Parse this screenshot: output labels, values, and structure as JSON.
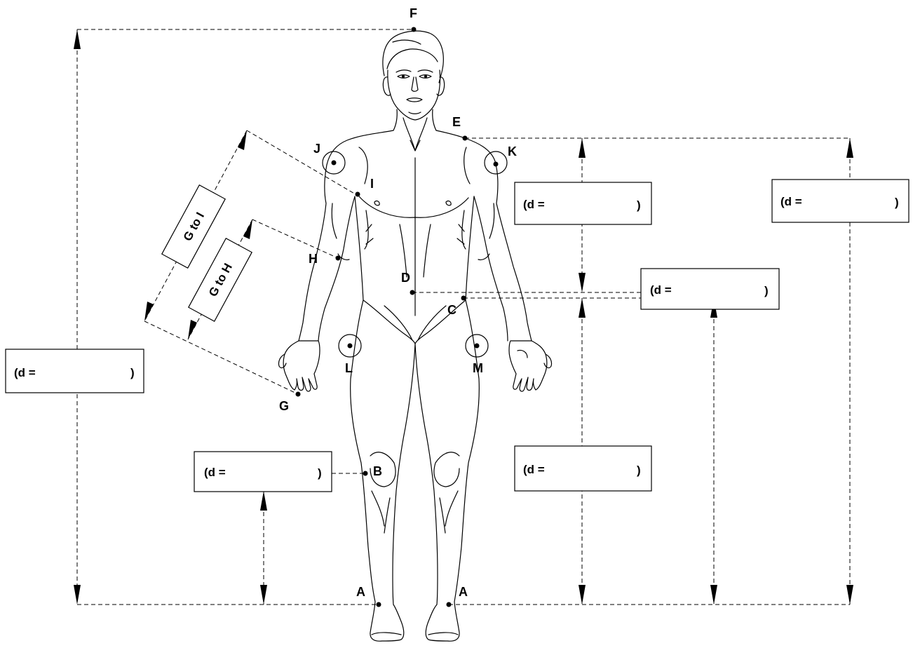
{
  "points": {
    "A": "A",
    "B": "B",
    "C": "C",
    "D": "D",
    "E": "E",
    "F": "F",
    "G": "G",
    "H": "H",
    "I": "I",
    "J": "J",
    "K": "K",
    "L": "L",
    "M": "M"
  },
  "boxes": {
    "height_left": {
      "prefix": "(d =",
      "suffix": ")"
    },
    "knee": {
      "prefix": "(d =",
      "suffix": ")"
    },
    "shoulder_to_waist": {
      "prefix": "(d =",
      "suffix": ")"
    },
    "waist_to_ground": {
      "prefix": "(d =",
      "suffix": ")"
    },
    "waist": {
      "prefix": "(d =",
      "suffix": ")"
    },
    "shoulder_height": {
      "prefix": "(d =",
      "suffix": ")"
    }
  },
  "arm_labels": {
    "g_to_i": "G to I",
    "g_to_h": "G to H"
  }
}
